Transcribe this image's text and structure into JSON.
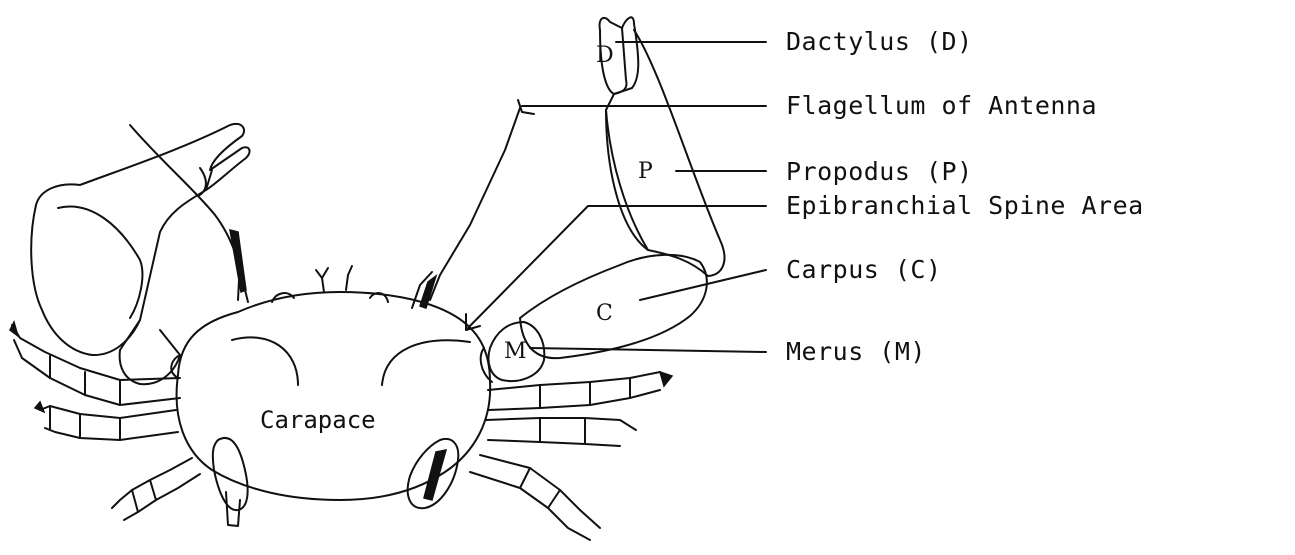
{
  "colors": {
    "ink": "#111111",
    "background": "#ffffff"
  },
  "body_labels": {
    "carapace": "Carapace"
  },
  "segment_letters": {
    "dactylus": "D",
    "propodus": "P",
    "carpus": "C",
    "merus": "M"
  },
  "callouts": [
    {
      "id": "dactylus",
      "text": "Dactylus (D)"
    },
    {
      "id": "flagellum",
      "text": "Flagellum of Antenna"
    },
    {
      "id": "propodus",
      "text": "Propodus (P)"
    },
    {
      "id": "epibranchial",
      "text": "Epibranchial Spine Area"
    },
    {
      "id": "carpus",
      "text": "Carpus (C)"
    },
    {
      "id": "merus",
      "text": "Merus (M)"
    }
  ]
}
